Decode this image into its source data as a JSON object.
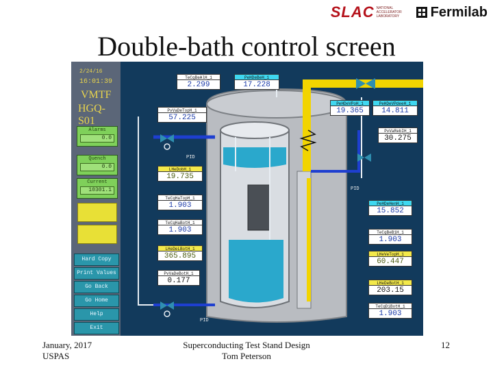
{
  "header": {
    "slac_logo_text": "SLAC",
    "slac_logo_subtext": "NATIONAL ACCELERATOR LABORATORY",
    "fermilab_logo_text": "Fermilab",
    "title": "Double-bath control screen"
  },
  "sidebar": {
    "date": "2/24/16",
    "time": "16:01:39",
    "system_name": "VMTF",
    "magnet_name": "HGQ-S01",
    "alarms": {
      "label": "Alarms",
      "value": "0.0"
    },
    "quench": {
      "label": "Quench",
      "value": "0.0"
    },
    "current": {
      "label": "Current",
      "value": "10301.1"
    },
    "buttons": [
      "Hard Copy",
      "Print Values",
      "Go Back",
      "Go Home",
      "Help",
      "Exit"
    ]
  },
  "readouts": {
    "tcq_left_top": {
      "tag": "TeCqBeAlH_1",
      "value": "2.299"
    },
    "pe_top": {
      "tag": "PeHDeBeH_1",
      "value": "17.228"
    },
    "pv_left": {
      "tag": "PvVaDeTopH_1",
      "value": "57.225"
    },
    "pe_right_1": {
      "tag": "PeHDeVPoH_1",
      "value": "19.365"
    },
    "pe_right_2": {
      "tag": "PeHDeVPdeeH_1",
      "value": "14.811"
    },
    "pv_right": {
      "tag": "PvVaRebIH_1",
      "value": "30.275"
    },
    "lh_left": {
      "tag": "LHeDobH_1",
      "value": "19.735"
    },
    "tcq_mid_1": {
      "tag": "TeCqHaTopH_1",
      "value": "1.903"
    },
    "tcq_mid_2": {
      "tag": "TeCqHaBotH_1",
      "value": "1.903"
    },
    "pe_right_3": {
      "tag": "PeHDeHenH_1",
      "value": "15.852"
    },
    "tcq_right_1": {
      "tag": "TeCqBeB1H_1",
      "value": "1.903"
    },
    "lh_left_2": {
      "tag": "LHeDeLBotH_1",
      "value": "365.895"
    },
    "lh_right_1": {
      "tag": "LHeVeTopH_1",
      "value": "60.447"
    },
    "pv_left_2": {
      "tag": "PvVaDeBotH_1",
      "value": "0.177"
    },
    "lh_right_2": {
      "tag": "LHeDeBotH_1",
      "value": "203.15"
    },
    "tcq_right_2": {
      "tag": "TeCqDiBotH_1",
      "value": "1.903"
    }
  },
  "pid_labels": {
    "pid1": "PID",
    "pid2": "PID",
    "pid3": "PID"
  },
  "footer": {
    "date": "January, 2017",
    "org": "USPAS",
    "course": "Superconducting Test Stand Design",
    "author": "Tom Peterson",
    "page": "12"
  },
  "colors": {
    "screen_bg": "#123a5c",
    "sidebar_bg": "#5b6678",
    "green_box": "#7fd05a",
    "yellow_box": "#e8e036",
    "button_bg": "#2a96aa",
    "pipe_yellow": "#f2d400",
    "pipe_blue": "#1e3fd0",
    "valve": "#2f8fb0",
    "liquid_helium": "#2aa8cc"
  }
}
